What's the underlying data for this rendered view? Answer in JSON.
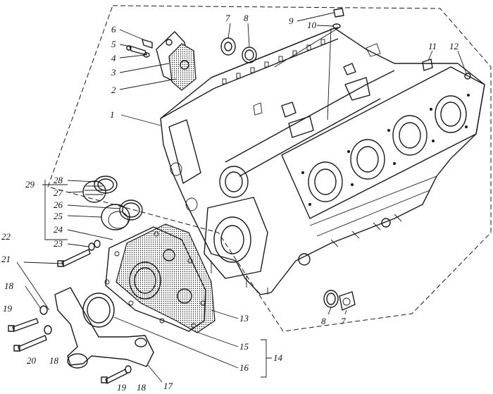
{
  "callouts": {
    "c1": "1",
    "c2": "2",
    "c3": "3",
    "c4": "4",
    "c5": "5",
    "c6": "6",
    "c7a": "7",
    "c8a": "8",
    "c9": "9",
    "c10": "10",
    "c11": "11",
    "c12": "12",
    "c13": "13",
    "c14": "14",
    "c15": "15",
    "c16": "16",
    "c17": "17",
    "c18a": "18",
    "c18b": "18",
    "c18c": "18",
    "c19a": "19",
    "c19b": "19",
    "c20": "20",
    "c21": "21",
    "c22": "22",
    "c23": "23",
    "c24": "24",
    "c25": "25",
    "c26": "26",
    "c27": "27",
    "c28": "28",
    "c29": "29",
    "c8b": "8",
    "c7b": "7"
  }
}
